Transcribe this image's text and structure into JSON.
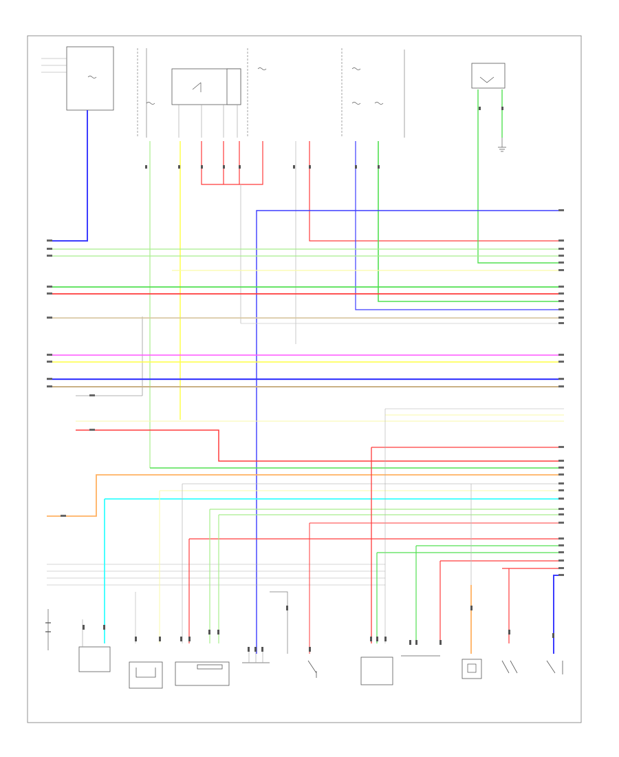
{
  "figure_code": "",
  "colors": {
    "blue": "#3b3bff",
    "green": "#50e050",
    "light_green": "#a8ee8c",
    "red": "#ff3a3a",
    "yellow": "#ffff40",
    "light_yellow": "#fafaa8",
    "pink": "#ff55ff",
    "tan": "#d9c8a4",
    "orange": "#ffb060",
    "cyan": "#33ffff",
    "gray": "#bbbbbb",
    "wire_dark": "#444444"
  },
  "components": [
    {
      "id": "top-left-fuse-box",
      "icon": "fuse-box-icon"
    },
    {
      "id": "top-fuse-1",
      "icon": "fuse-icon"
    },
    {
      "id": "top-relay-box",
      "icon": "relay-icon"
    },
    {
      "id": "top-fuse-2",
      "icon": "fuse-icon"
    },
    {
      "id": "top-fuse-3",
      "icon": "fuse-icon"
    },
    {
      "id": "top-right-note",
      "icon": "note-icon"
    },
    {
      "id": "top-right-switch",
      "icon": "switch-icon"
    },
    {
      "id": "ground-top-right",
      "icon": "ground-icon"
    },
    {
      "id": "bottom-sensor-1",
      "icon": "sensor-icon"
    },
    {
      "id": "bottom-solenoid-1",
      "icon": "solenoid-icon"
    },
    {
      "id": "bottom-sensor-2",
      "icon": "sensor-icon"
    },
    {
      "id": "bottom-sensor-3",
      "icon": "sensor-icon"
    },
    {
      "id": "bottom-connector-1",
      "icon": "connector-icon"
    },
    {
      "id": "bottom-switch-1",
      "icon": "switch-icon"
    },
    {
      "id": "bottom-sensor-4",
      "icon": "sensor-icon"
    },
    {
      "id": "bottom-sensor-5",
      "icon": "sensor-icon"
    },
    {
      "id": "bottom-sensor-6",
      "icon": "sensor-icon"
    },
    {
      "id": "bottom-switch-2",
      "icon": "switch-icon"
    },
    {
      "id": "bottom-switch-3",
      "icon": "switch-icon"
    }
  ]
}
